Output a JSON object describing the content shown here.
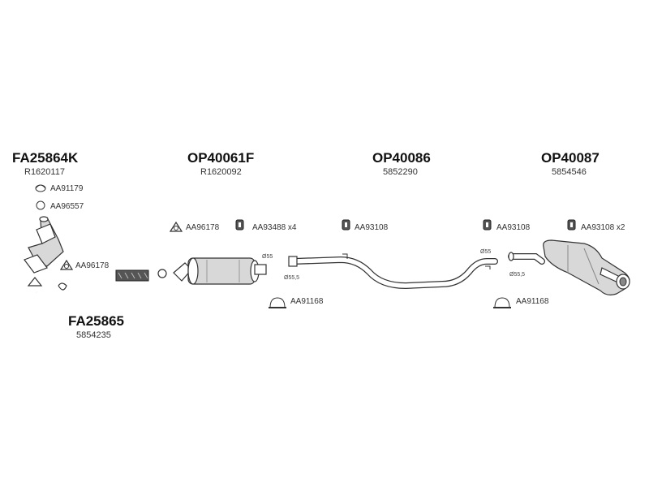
{
  "groups": {
    "fa25864k": {
      "code": "FA25864K",
      "ref": "R1620117"
    },
    "op40061f": {
      "code": "OP40061F",
      "ref": "R1620092"
    },
    "op40086": {
      "code": "OP40086",
      "ref": "5852290"
    },
    "op40087": {
      "code": "OP40087",
      "ref": "5854546"
    },
    "fa25865": {
      "code": "FA25865",
      "ref": "5854235"
    }
  },
  "accessories": {
    "gasket_aa91179": "AA91179",
    "ring_aa96557": "AA96557",
    "gasket_aa96178_left": "AA96178",
    "gasket_aa96178_mid": "AA96178",
    "rubber_aa93488": "AA93488 x4",
    "rubber_aa93108_a": "AA93108",
    "rubber_aa93108_b": "AA93108",
    "rubber_aa93108_c": "AA93108 x2",
    "clamp_aa91168_a": "AA91168",
    "clamp_aa91168_b": "AA91168"
  },
  "dimensions": {
    "d55_a": "Ø55",
    "d555_a": "Ø55,5",
    "d55_b": "Ø55",
    "d555_b": "Ø55,5"
  },
  "icons": [
    "gasket-icon",
    "ring-icon",
    "triangle-gasket-icon",
    "rubber-mount-icon",
    "clamp-icon"
  ]
}
